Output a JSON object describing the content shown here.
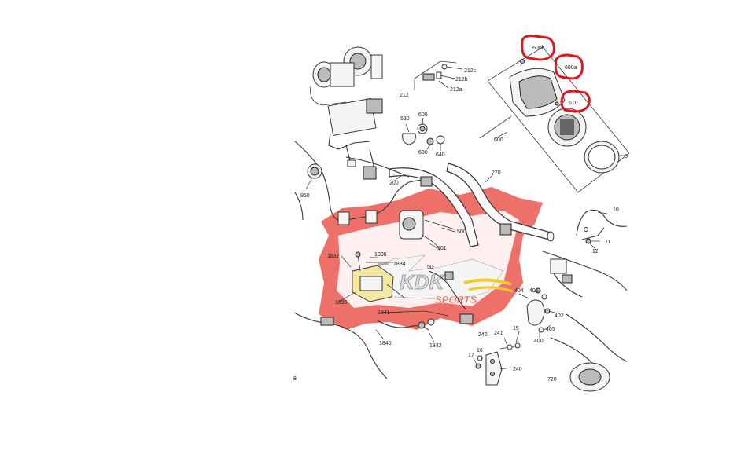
{
  "labels": {
    "l600b": "600b",
    "l600a": "600a",
    "l610": "610",
    "l212c": "212c",
    "l212b": "212b",
    "l212a": "212a",
    "l212": "212",
    "l605": "605",
    "l530": "530",
    "l630": "630",
    "l640": "640",
    "l600": "600",
    "l270": "270",
    "l200": "200",
    "l950": "950",
    "l10": "10",
    "l11": "11",
    "l12": "12",
    "l500": "500",
    "l501": "501",
    "l1837": "1837",
    "l1836": "1836",
    "l1834": "1834",
    "l1835": "1835",
    "l50": "50",
    "l1841": "1841",
    "l1840": "1840",
    "l1842": "1842",
    "l404": "404",
    "l401": "401",
    "l402": "402",
    "l405": "405",
    "l400": "400",
    "l242": "242",
    "l241": "241",
    "l15": "15",
    "l16": "16",
    "l17": "17",
    "l240": "240",
    "l720": "720",
    "l8": "8",
    "l6": "6"
  },
  "watermark": {
    "brand_line1": "KDK",
    "brand_line2": "SPORTS"
  },
  "colors": {
    "highlight_red": "#e0161b",
    "watermark_red": "#e8453c",
    "watermark_yellow": "#f2c200",
    "line": "#333333"
  }
}
